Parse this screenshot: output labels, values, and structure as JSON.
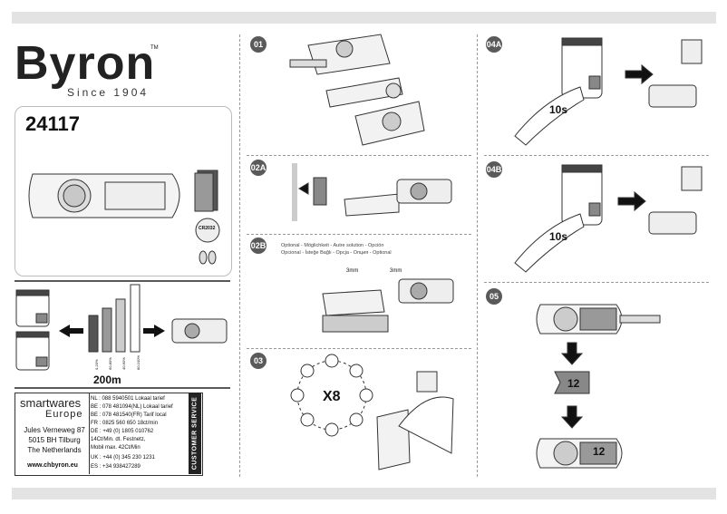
{
  "brand": {
    "name": "Byron",
    "tm": "TM",
    "since": "Since 1904"
  },
  "product": {
    "model": "24117",
    "battery": "CR2032"
  },
  "range": {
    "distance": "200m",
    "materials": [
      "0-20%",
      "60-80%",
      "40-60%",
      "80-100%"
    ]
  },
  "service": {
    "company": "smartwares",
    "region": "Europe",
    "address": [
      "Jules Verneweg 87",
      "5015 BH Tilburg",
      "The Netherlands"
    ],
    "website": "www.chbyron.eu",
    "label": "CUSTOMER SERVICE",
    "phones": [
      "NL : 088 5940501      Lokaal tarief",
      "BE : 078 481094(NL)  Lokaal tarief",
      "BE : 078 481540(FR)  Tarif local",
      "FR : 0825 560 650      18ct/min",
      "DE : +49 (0) 1805 010762",
      "        14Ct/Min. dt. Festnetz,",
      "        Mobil max. 42Ct/Min",
      "UK : +44 (0) 345 230 1231",
      "ES : +34 938427289"
    ]
  },
  "steps": {
    "s01": "01",
    "s02a": "02A",
    "s02b": "02B",
    "s03": "03",
    "s04a": "04A",
    "s04b": "04B",
    "s05": "05"
  },
  "optional": {
    "line1": "Optional - Möglichkeit - Autre solution - Opción",
    "line2": "Opcional - İsteğe Bağlı - Opcja - Опция - Optional"
  },
  "screws": {
    "left": "3mm",
    "right": "3mm"
  },
  "pairing": {
    "count": "X8",
    "hold_a": "10s",
    "hold_b": "10s"
  },
  "label_code": {
    "sticker": "12",
    "result": "12"
  },
  "colors": {
    "dark": "#222222",
    "band": "#e3e3e3",
    "step": "#5a5a5a",
    "grey": "#888888"
  }
}
